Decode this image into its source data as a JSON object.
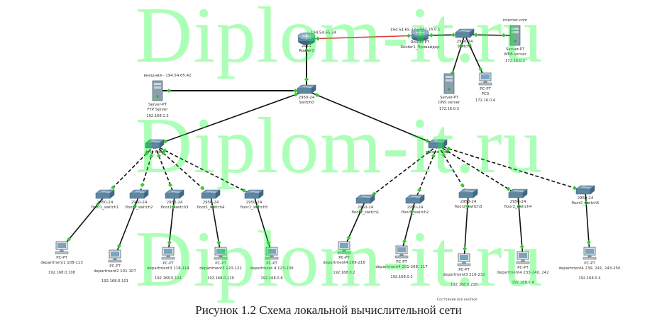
{
  "watermark": {
    "text": "Diplom-it.ru"
  },
  "caption": "Рисунок 1.2 Схема локальной вычислительной сети",
  "colors": {
    "copper_link": "#111111",
    "serial_link": "#d93a3a",
    "port_up": "#33cc33",
    "watermark": "#00ff1e"
  },
  "nodes": {
    "router0": {
      "model": "2811",
      "name": "Router0",
      "icon": "router-icon"
    },
    "router_provider": {
      "model": "Router-PT",
      "name": "Router1_Провайдер",
      "icon": "router-icon"
    },
    "switch_top": {
      "model": "2950-24",
      "name": "Switch1",
      "icon": "switch-icon"
    },
    "web_server": {
      "model": "Server-PT",
      "name": "WEB server",
      "ip": "172.16.0.2",
      "above": "internet.com",
      "icon": "server-icon"
    },
    "dns_server": {
      "model": "Server-PT",
      "name": "DNS server",
      "ip": "172.16.0.3",
      "icon": "server-icon"
    },
    "pc3": {
      "model": "PC-PT",
      "name": "PC3",
      "ip": "172.16.0.4",
      "icon": "pc-icon"
    },
    "ftp_server": {
      "model": "Server-PT",
      "name": "FTP Server",
      "ip": "192.168.1.3",
      "above": "внешний - 194.54.65.42",
      "icon": "server-icon"
    },
    "switch0": {
      "model": "2950-24",
      "name": "Switch0",
      "icon": "switch-icon"
    },
    "first_floor": {
      "model": "",
      "name": "first_floor",
      "icon": "switch-icon"
    },
    "second_floor": {
      "model": "",
      "name": "second_floor",
      "icon": "switch-icon"
    },
    "f1s1": {
      "model": "2950-24",
      "name": "floor1_switch1",
      "icon": "switch-icon"
    },
    "f1s2": {
      "model": "2950-24",
      "name": "floor1_switch2",
      "icon": "switch-icon"
    },
    "f1s3": {
      "model": "2950-24",
      "name": "floor1_switch3",
      "icon": "switch-icon"
    },
    "f1s4": {
      "model": "2950-24",
      "name": "floor1_switch4",
      "icon": "switch-icon"
    },
    "f1s5": {
      "model": "2950-24",
      "name": "floor1_switch5",
      "icon": "switch-icon"
    },
    "f2s1": {
      "model": "2950-24",
      "name": "floor2_switch1",
      "icon": "switch-icon"
    },
    "f2s2": {
      "model": "2950-24",
      "name": "floor2_switch2",
      "icon": "switch-icon"
    },
    "f2s3": {
      "model": "2950-24",
      "name": "floor2_switch3",
      "icon": "switch-icon"
    },
    "f2s4": {
      "model": "2950-24",
      "name": "floor2_switch4",
      "icon": "switch-icon"
    },
    "f2s5": {
      "model": "2950-24",
      "name": "floor2_switch5",
      "icon": "switch-icon"
    },
    "pc_d1": {
      "model": "PC-PT",
      "name": "department1 108-113",
      "ip": "192.168.0.108",
      "icon": "pc-icon"
    },
    "pc_d2": {
      "model": "PC-PT",
      "name": "department2 101-107",
      "ip": "192.168.0.101",
      "icon": "pc-icon"
    },
    "pc_d3": {
      "model": "PC-PT",
      "name": "department3 118-114",
      "ip": "192.168.0.114",
      "icon": "pc-icon"
    },
    "pc_d4": {
      "model": "PC-PT",
      "name": "department3 120-122",
      "ip": "192.168.0.120",
      "icon": "pc-icon"
    },
    "pc_d5": {
      "model": "PC-PT",
      "name": "department 4 123-136",
      "ip": "192.168.0.6",
      "icon": "pc-icon"
    },
    "pc_d6": {
      "model": "PC-PT",
      "name": "department4 209-216",
      "ip": "192.168.0.2",
      "icon": "pc-icon"
    },
    "pc_d7": {
      "model": "PC-PT",
      "name": "department4 201-208, 217",
      "ip": "192.168.0.3",
      "icon": "pc-icon"
    },
    "pc_d8": {
      "model": "PC-PT",
      "name": "department3 218-232",
      "ip": "192.168.0.218",
      "icon": "pc-icon"
    },
    "pc_d9": {
      "model": "PC-PT",
      "name": "department4 233-240, 242",
      "ip": "192.168.1.4",
      "icon": "pc-icon"
    },
    "pc_d10": {
      "model": "PC-PT",
      "name": "department4 239, 241, 243-250",
      "ip": "192.168.0.4",
      "icon": "pc-icon"
    }
  },
  "links": [
    {
      "from": "router0",
      "to": "router_provider",
      "type": "serial",
      "labels": [
        "194.54.65.34",
        "194.54.65.33"
      ]
    },
    {
      "from": "router_provider",
      "to": "switch_top",
      "type": "copper",
      "labels": [
        "172.16.0.1"
      ]
    },
    {
      "from": "switch_top",
      "to": "web_server",
      "type": "copper"
    },
    {
      "from": "switch_top",
      "to": "dns_server",
      "type": "copper"
    },
    {
      "from": "switch_top",
      "to": "pc3",
      "type": "copper"
    },
    {
      "from": "router0",
      "to": "switch0",
      "type": "copper"
    },
    {
      "from": "ftp_server",
      "to": "switch0",
      "type": "copper"
    },
    {
      "from": "switch0",
      "to": "first_floor",
      "type": "copper"
    },
    {
      "from": "switch0",
      "to": "second_floor",
      "type": "copper"
    },
    {
      "from": "first_floor",
      "to": "f1s1",
      "type": "copper"
    },
    {
      "from": "first_floor",
      "to": "f1s2",
      "type": "copper"
    },
    {
      "from": "first_floor",
      "to": "f1s3",
      "type": "copper"
    },
    {
      "from": "first_floor",
      "to": "f1s4",
      "type": "copper"
    },
    {
      "from": "first_floor",
      "to": "f1s5",
      "type": "copper"
    },
    {
      "from": "second_floor",
      "to": "f2s1",
      "type": "copper"
    },
    {
      "from": "second_floor",
      "to": "f2s2",
      "type": "copper"
    },
    {
      "from": "second_floor",
      "to": "f2s3",
      "type": "copper"
    },
    {
      "from": "second_floor",
      "to": "f2s4",
      "type": "copper"
    },
    {
      "from": "second_floor",
      "to": "f2s5",
      "type": "copper"
    },
    {
      "from": "f1s1",
      "to": "pc_d1",
      "type": "copper"
    },
    {
      "from": "f1s2",
      "to": "pc_d2",
      "type": "copper"
    },
    {
      "from": "f1s3",
      "to": "pc_d3",
      "type": "copper"
    },
    {
      "from": "f1s4",
      "to": "pc_d4",
      "type": "copper"
    },
    {
      "from": "f1s5",
      "to": "pc_d5",
      "type": "copper"
    },
    {
      "from": "f2s1",
      "to": "pc_d6",
      "type": "copper"
    },
    {
      "from": "f2s2",
      "to": "pc_d7",
      "type": "copper"
    },
    {
      "from": "f2s3",
      "to": "pc_d8",
      "type": "copper"
    },
    {
      "from": "f2s4",
      "to": "pc_d9",
      "type": "copper"
    },
    {
      "from": "f2s5",
      "to": "pc_d10",
      "type": "copper"
    }
  ],
  "notes": [
    "Состояние все кнопки"
  ]
}
